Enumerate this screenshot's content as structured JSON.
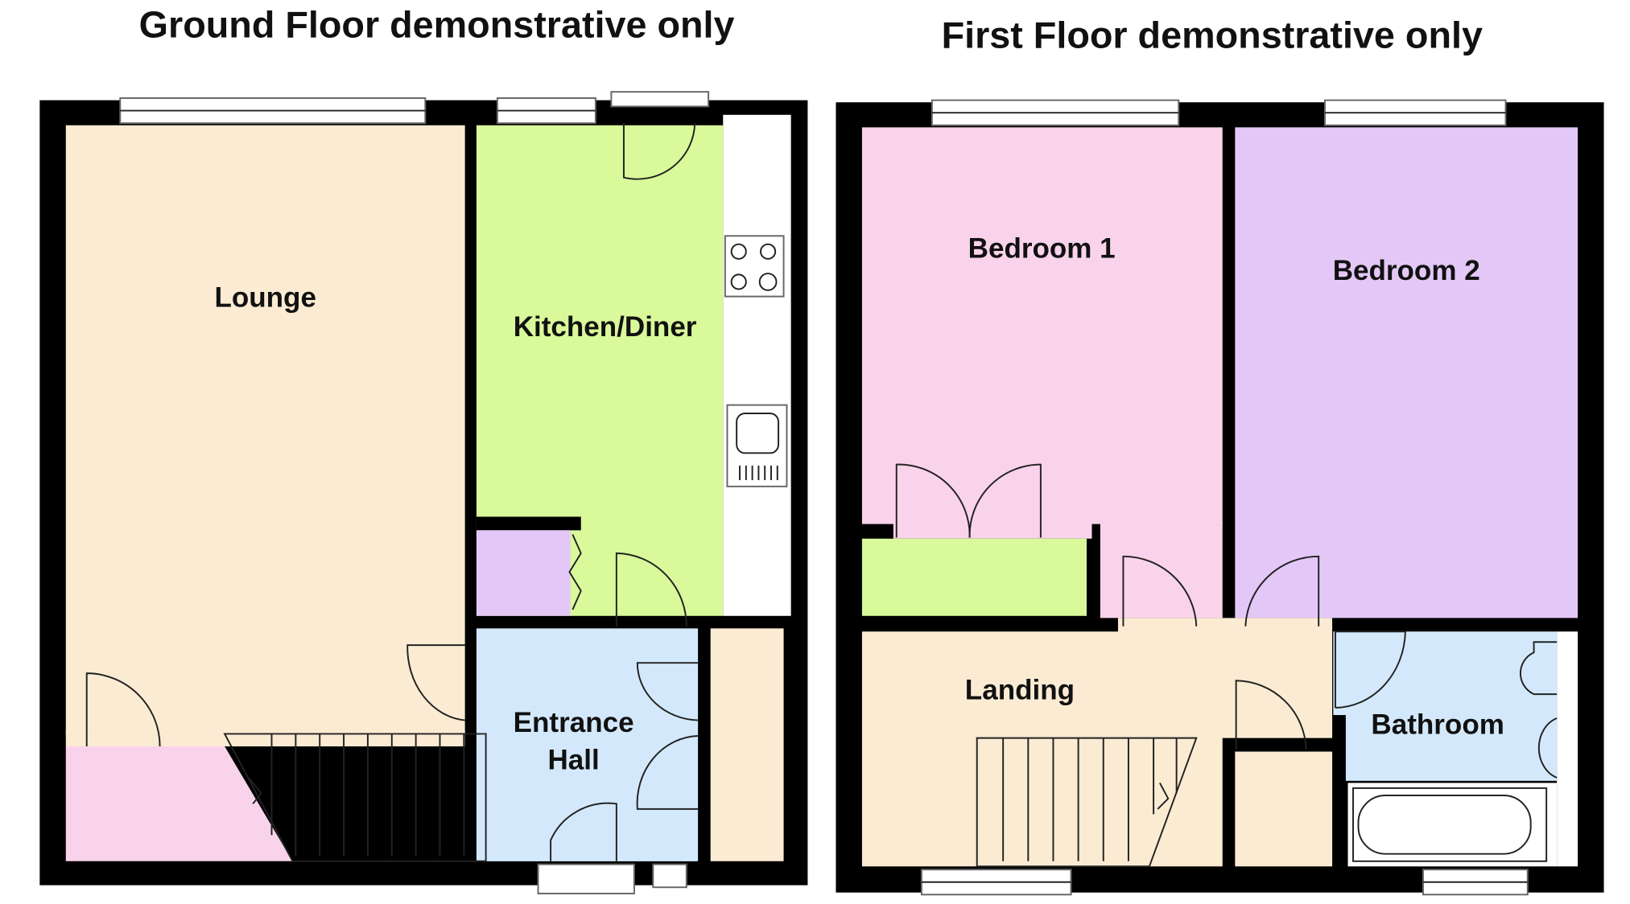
{
  "titles": {
    "ground": "Ground Floor demonstrative only",
    "first": "First Floor demonstrative only"
  },
  "ground_floor": {
    "rooms": {
      "lounge": "Lounge",
      "kitchen": "Kitchen/Diner",
      "hall_line1": "Entrance",
      "hall_line2": "Hall"
    }
  },
  "first_floor": {
    "rooms": {
      "bedroom1": "Bedroom 1",
      "bedroom2": "Bedroom 2",
      "landing": "Landing",
      "bathroom": "Bathroom"
    }
  },
  "colors": {
    "wall": "#000000",
    "beige": "#fbebd3",
    "green": "#d9f99a",
    "purple": "#e3c8f7",
    "blue": "#d3e9fb",
    "pink": "#f9d3eb"
  }
}
